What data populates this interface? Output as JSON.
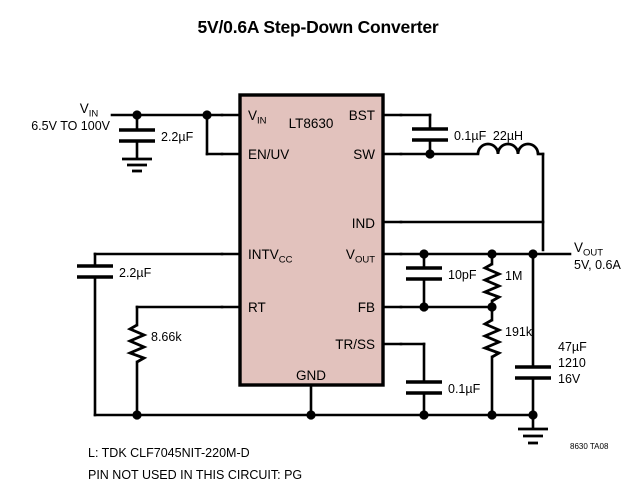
{
  "title": "5V/0.6A Step-Down Converter",
  "ic": {
    "part_number": "LT8630",
    "fill_color": "#e2c2bd",
    "pins_left": [
      {
        "name": "vin",
        "base": "V",
        "sub": "IN"
      },
      {
        "name": "en-uv",
        "base": "EN/UV",
        "sub": ""
      },
      {
        "name": "intvcc",
        "base": "INTV",
        "sub": "CC"
      },
      {
        "name": "rt",
        "base": "RT",
        "sub": ""
      }
    ],
    "pins_right": [
      {
        "name": "bst",
        "base": "BST",
        "sub": ""
      },
      {
        "name": "sw",
        "base": "SW",
        "sub": ""
      },
      {
        "name": "ind",
        "base": "IND",
        "sub": ""
      },
      {
        "name": "vout",
        "base": "V",
        "sub": "OUT"
      },
      {
        "name": "fb",
        "base": "FB",
        "sub": ""
      },
      {
        "name": "tr-ss",
        "base": "TR/SS",
        "sub": ""
      }
    ],
    "pin_bottom": {
      "name": "gnd",
      "base": "GND",
      "sub": ""
    }
  },
  "input": {
    "label_base": "V",
    "label_sub": "IN",
    "range": "6.5V TO 100V",
    "cap_value": "2.2µF"
  },
  "output": {
    "label_base": "V",
    "label_sub": "OUT",
    "rating": "5V, 0.6A",
    "cap_value": "47µF",
    "cap_case": "1210",
    "cap_voltage": "16V"
  },
  "components": {
    "bst_cap": "0.1µF",
    "inductor": "22µH",
    "ff_cap": "10pF",
    "r_top": "1M",
    "r_bottom": "191k",
    "intvcc_cap": "2.2µF",
    "rt_resistor": "8.66k",
    "ss_cap": "0.1µF"
  },
  "notes": {
    "inductor_note": "L: TDK CLF7045NIT-220M-D",
    "pin_note": "PIN NOT USED IN THIS CIRCUIT: PG"
  },
  "reference": "8630 TA08"
}
